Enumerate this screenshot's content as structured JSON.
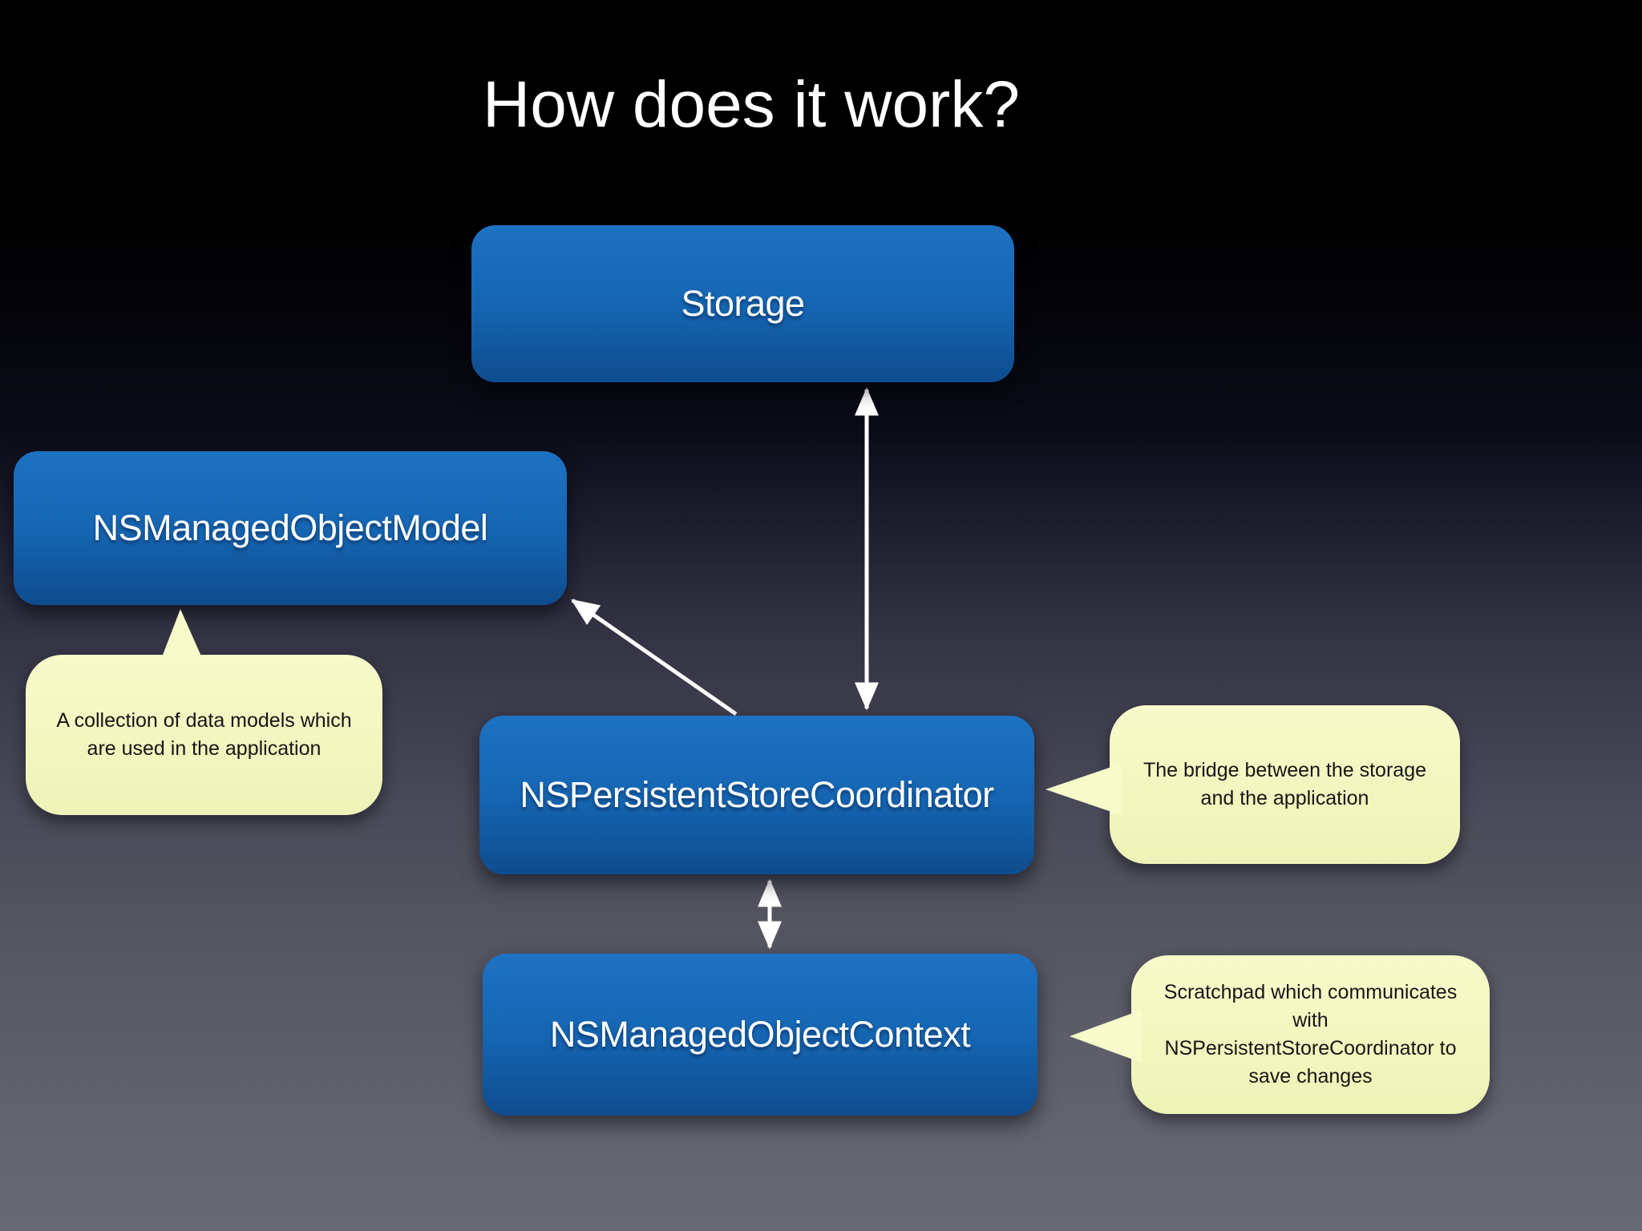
{
  "slide": {
    "title": "How does it work?"
  },
  "boxes": [
    {
      "id": "storage",
      "label": "Storage"
    },
    {
      "id": "nsmanagedobjectmodel",
      "label": "NSManagedObjectModel"
    },
    {
      "id": "nspersistentstorecoordinator",
      "label": "NSPersistentStoreCoordinator"
    },
    {
      "id": "nsmanagedobjectcontext",
      "label": "NSManagedObjectContext"
    }
  ],
  "callouts": [
    {
      "target": "nsmanagedobjectmodel",
      "text": "A collection of data models which\nare used in the application"
    },
    {
      "target": "nspersistentstorecoordinator",
      "text": "The bridge between the storage\nand the application"
    },
    {
      "target": "nsmanagedobjectcontext",
      "text": "Scratchpad which communicates\nwith\nNSPersistentStoreCoordinator to\nsave changes"
    }
  ],
  "connections": [
    {
      "from": "storage",
      "to": "nspersistentstorecoordinator",
      "style": "double-arrow"
    },
    {
      "from": "nspersistentstorecoordinator",
      "to": "nsmanagedobjectmodel",
      "style": "single-arrow"
    },
    {
      "from": "nspersistentstorecoordinator",
      "to": "nsmanagedobjectcontext",
      "style": "double-arrow"
    }
  ],
  "theme": {
    "box_grad_top": "#1d72c2",
    "box_grad_bottom": "#0e4c8e",
    "box_text_color": "#ffffff",
    "callout_fill": "#f7fbca",
    "callout_fill_bottom": "#edf3b6",
    "callout_text_color": "#161616",
    "arrow_color": "#ffffff",
    "title_color": "#ffffff"
  }
}
